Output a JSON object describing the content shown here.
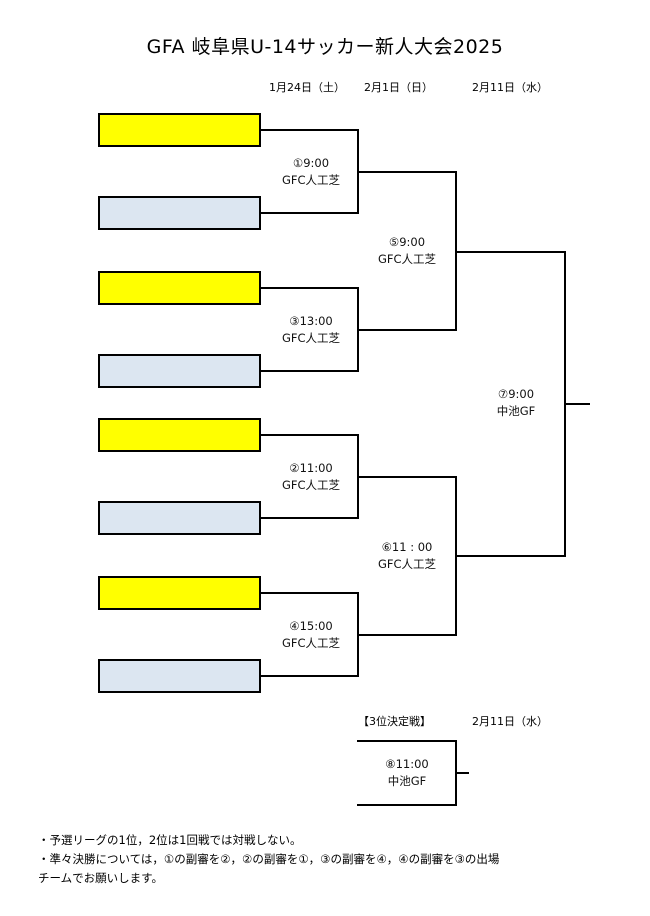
{
  "title": "GFA 岐阜県U-14サッカー新人大会2025",
  "dates": {
    "round1": "1月24日（土）",
    "round2": "2月1日（日）",
    "final": "2月11日（水）"
  },
  "colors": {
    "seed_slot": "#ffff00",
    "other_slot": "#dce6f1"
  },
  "teams": [
    "",
    "",
    "",
    "",
    "",
    "",
    "",
    ""
  ],
  "matches": [
    {
      "no": "①",
      "time": "9:00",
      "venue": "GFC人工芝"
    },
    {
      "no": "③",
      "time": "13:00",
      "venue": "GFC人工芝"
    },
    {
      "no": "②",
      "time": "11:00",
      "venue": "GFC人工芝"
    },
    {
      "no": "④",
      "time": "15:00",
      "venue": "GFC人工芝"
    },
    {
      "no": "⑤",
      "time": "9:00",
      "venue": "GFC人工芝"
    },
    {
      "no": "⑥",
      "time": "11 : 00",
      "venue": "GFC人工芝"
    },
    {
      "no": "⑦",
      "time": "9:00",
      "venue": "中池GF"
    }
  ],
  "third_place": {
    "label": "【3位決定戦】",
    "date": "2月11日（水）",
    "no": "⑧",
    "time": "11:00",
    "venue": "中池GF"
  },
  "notes": [
    "・予選リーグの1位，2位は1回戦では対戦しない。",
    "・準々決勝については，①の副審を②，②の副審を①，③の副審を④，④の副審を③の出場",
    "チームでお願いします。"
  ]
}
